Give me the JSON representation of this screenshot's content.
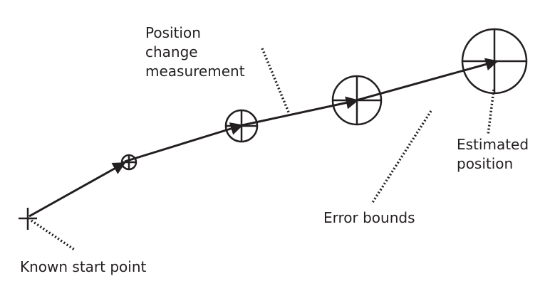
{
  "labels": {
    "position_change_measurement": [
      "Position",
      "change",
      "measurement"
    ],
    "estimated_position": [
      "Estimated",
      "position"
    ],
    "error_bounds": "Error bounds",
    "known_start_point": "Known start point"
  },
  "colors": {
    "ink": "#231f20",
    "background": "#ffffff"
  }
}
